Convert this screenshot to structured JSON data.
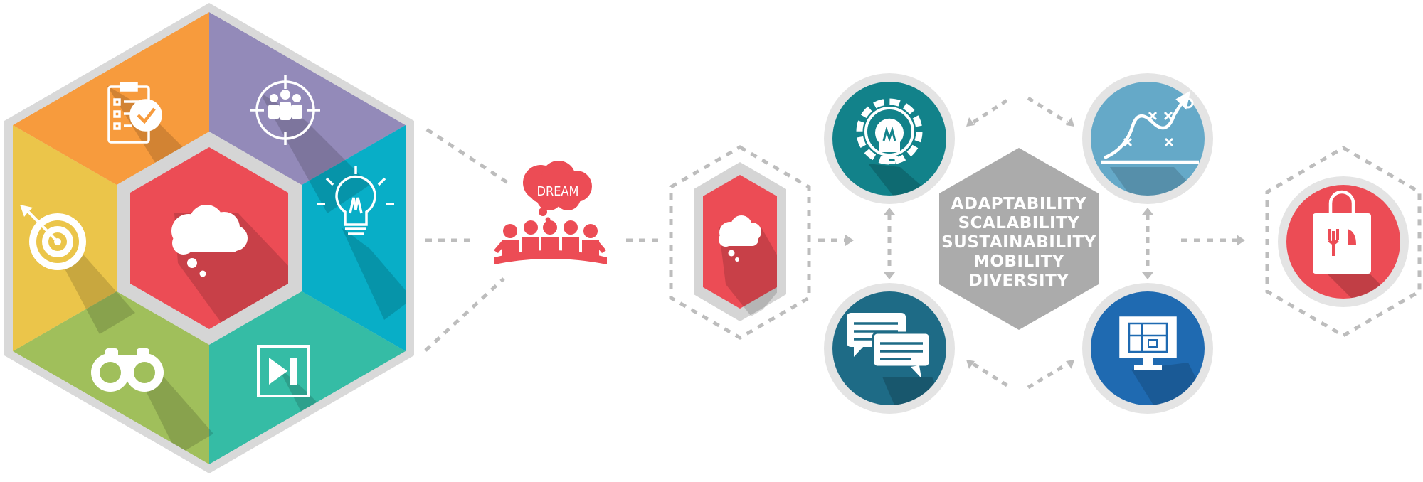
{
  "thought_bubble_label": "DREAM",
  "qualities": [
    "ADAPTABILITY",
    "SCALABILITY",
    "SUSTAINABILITY",
    "MOBILITY",
    "DIVERSITY"
  ],
  "colors": {
    "red": "#ec4c55",
    "orange": "#f79b3d",
    "purple": "#938ab9",
    "blue": "#08aec7",
    "teal": "#35bca5",
    "green": "#a0bf5b",
    "yellow": "#ebc54a",
    "frame_gray": "#d5d5d5",
    "dots_gray": "#bdbdbd",
    "circle_teal": "#12828a",
    "circle_lightblue": "#65a9c8",
    "circle_navy": "#1e6b86",
    "circle_blue": "#1f6ab1",
    "center_gray": "#ababab"
  },
  "segments": [
    {
      "name": "orange",
      "icon": "checklist-icon"
    },
    {
      "name": "purple",
      "icon": "team-target-icon"
    },
    {
      "name": "blue",
      "icon": "lightbulb-icon"
    },
    {
      "name": "teal",
      "icon": "skip-forward-icon"
    },
    {
      "name": "green",
      "icon": "binoculars-icon"
    },
    {
      "name": "yellow",
      "icon": "bullseye-icon"
    }
  ],
  "circles": [
    {
      "name": "gear-bulb",
      "icon": "gear-lightbulb-icon"
    },
    {
      "name": "strategy",
      "icon": "strategy-play-icon"
    },
    {
      "name": "chat",
      "icon": "chat-bubbles-icon"
    },
    {
      "name": "blueprint",
      "icon": "blueprint-monitor-icon"
    },
    {
      "name": "food-bag",
      "icon": "food-bag-icon"
    }
  ]
}
